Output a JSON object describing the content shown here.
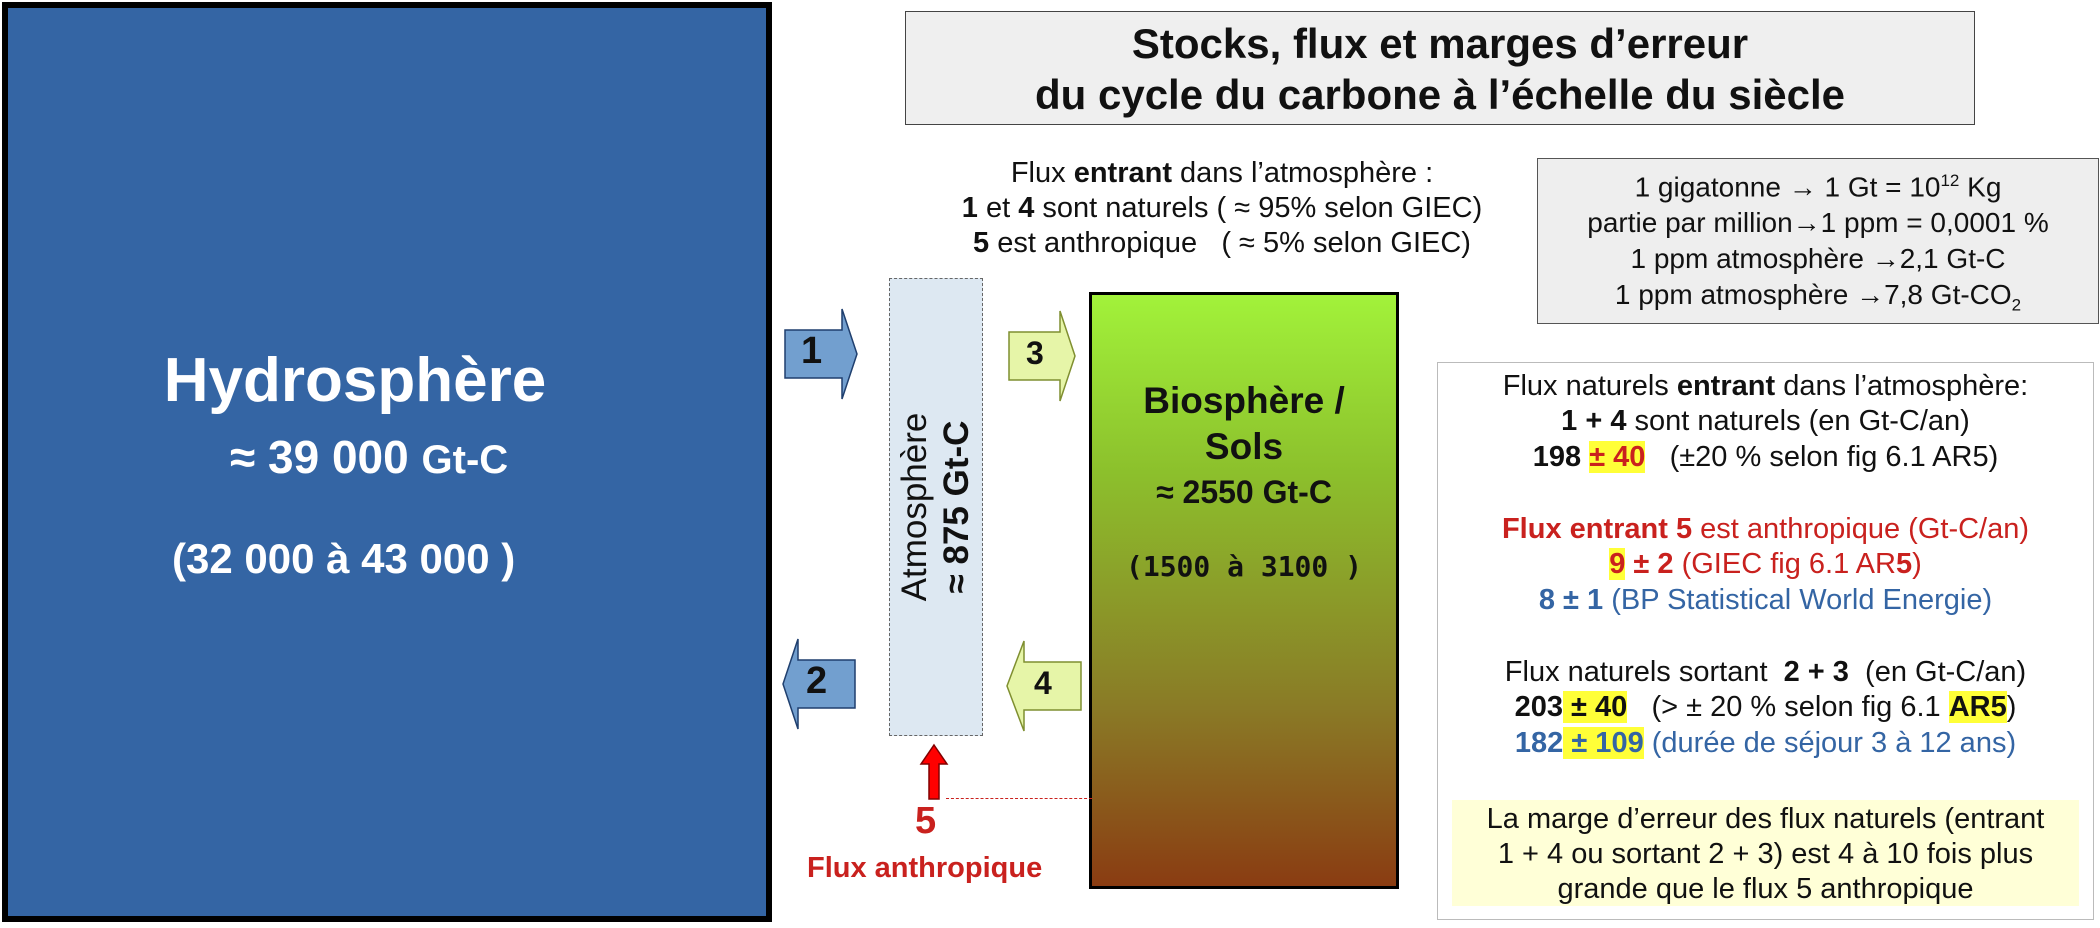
{
  "title": {
    "line1": "Stocks, flux et marges d’erreur",
    "line2": "du cycle du carbone à l’échelle du siècle"
  },
  "hydrosphere": {
    "name": "Hydrosphère",
    "approx": "≈",
    "stock_value": "39 000",
    "stock_unit": "Gt-C",
    "range": "(32 000 à 43 000 )"
  },
  "atmosphere": {
    "name": "Atmosphère",
    "stock": "≈ 875 Gt-C"
  },
  "biosphere": {
    "name_line1": "Biosphère /",
    "name_line2": "Sols",
    "stock": "≈ 2550 Gt-C",
    "range": "(1500 à 3100 )"
  },
  "incoming": {
    "line1_pre": "Flux ",
    "line1_bold": "entrant",
    "line1_post": " dans l’atmosphère :",
    "line2_bold1": "1",
    "line2_mid": " et ",
    "line2_bold2": "4",
    "line2_post": " sont naturels ( ≈ 95% selon GIEC)",
    "line3_bold": "5",
    "line3_post": " est anthropique   ( ≈ 5% selon GIEC)"
  },
  "units": {
    "line1_pre": "1 gigatonne → 1 Gt = 10",
    "line1_sup": "12",
    "line1_post": " Kg",
    "line2": "partie par million→1 ppm = 0,0001 %",
    "line3": "1 ppm atmosphère →2,1 Gt-C",
    "line4_pre": "1 ppm atmosphère →7,8 Gt-CO",
    "line4_sub": "2"
  },
  "arrows": {
    "a1": "1",
    "a2": "2",
    "a3": "3",
    "a4": "4",
    "a5": "5"
  },
  "flux5_label": "Flux anthropique",
  "info": {
    "l1_pre": "Flux naturels ",
    "l1_bold": "entrant",
    "l1_post": " dans l’atmosphère:",
    "l2_bold": "1 + 4",
    "l2_post": " sont naturels (en Gt-C/an)",
    "l3_val": "198",
    "l3_err": "± 40",
    "l3_post": "   (±20 % selon fig 6.1 AR5)",
    "l4_bold": "Flux entrant 5",
    "l4_post": " est anthropique (Gt-C/an)",
    "l5_val": "9",
    "l5_err": " ± 2",
    "l5_pre": " (GIEC fig 6.1 AR",
    "l5_bold": "5",
    "l5_post": ")",
    "l6_bold": "8 ± 1",
    "l6_post": " (BP Statistical World Energie)",
    "l7_pre": "Flux naturels sortant  ",
    "l7_bold": "2 + 3",
    "l7_post": "  (en Gt-C/an)",
    "l8_val": "203",
    "l8_err": " ± 40",
    "l8_mid": "   (> ± 20 % selon fig 6.1 ",
    "l8_hl": "AR5",
    "l8_post": ")",
    "l9_val": "182",
    "l9_err": " ± 109",
    "l9_post": " (durée de séjour 3 à 12 ans)",
    "note_line1": "La marge d’erreur des flux naturels (entrant",
    "note_line2": "1 + 4 ou sortant 2 + 3) est 4 à 10 fois plus",
    "note_line3": "grande que le flux 5 anthropique"
  },
  "colors": {
    "hydrosphere": "#3465a4",
    "arrow_blue": "#729fcf",
    "arrow_green": "#e6f5a8",
    "anthropic_red": "#c9211e",
    "highlight": "#ffff38"
  }
}
